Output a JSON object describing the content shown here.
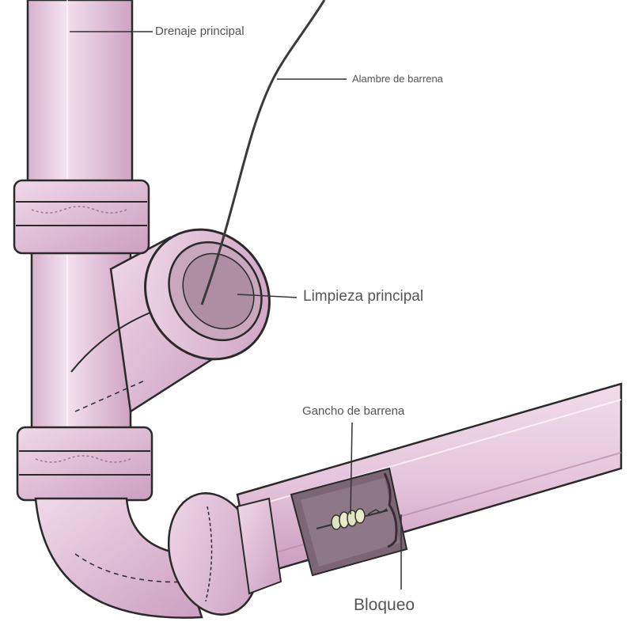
{
  "diagram": {
    "labels": {
      "main_drain": "Drenaje principal",
      "auger_wire": "Alambre de barrena",
      "main_cleanout": "Limpieza principal",
      "auger_hook": "Gancho de barrena",
      "blockage": "Bloqueo"
    },
    "colors": {
      "pipe_fill": "#e8c8df",
      "pipe_shade": "#d4a9c6",
      "pipe_highlight": "#f4e2ef",
      "outline": "#2a2a2a",
      "cutaway": "#8a7382",
      "label_text": "#555555",
      "leader": "#333333"
    }
  }
}
